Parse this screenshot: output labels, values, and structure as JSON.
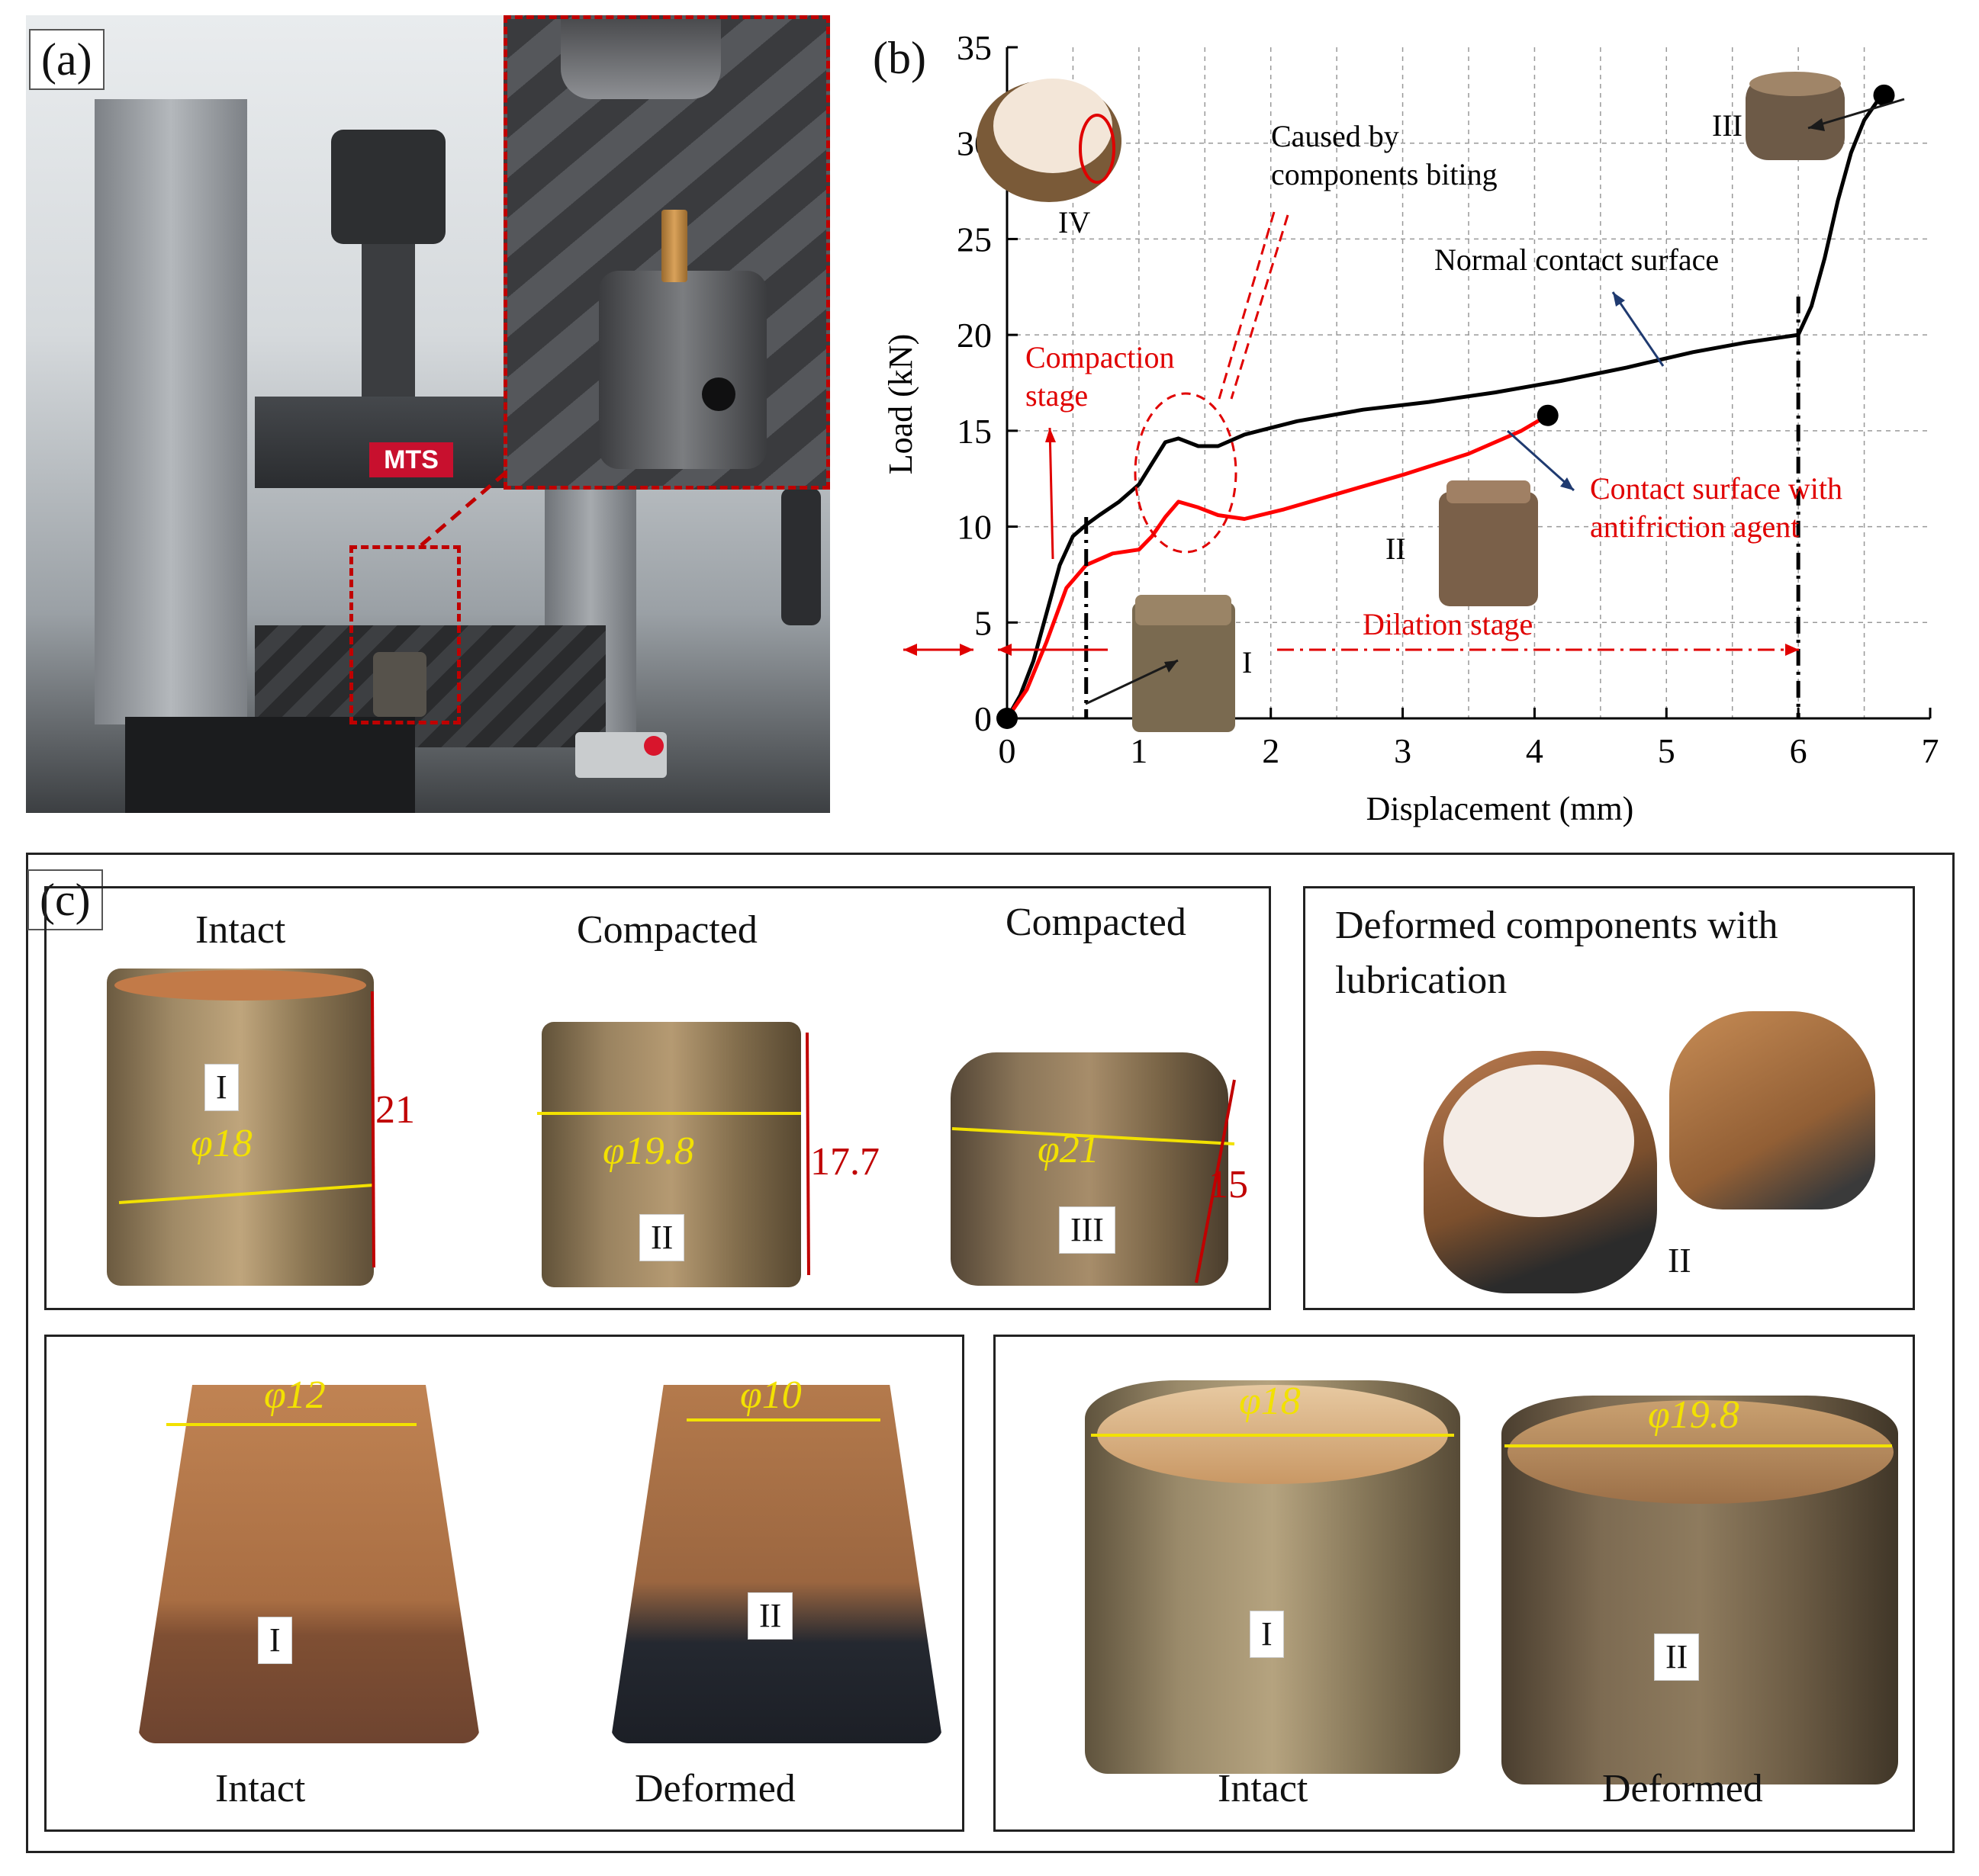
{
  "panel_a": {
    "label": "(a)",
    "machine_logo": "MTS"
  },
  "panel_b": {
    "label": "(b)"
  },
  "panel_c": {
    "label": "(c)",
    "group1": {
      "titles": [
        "Intact",
        "Compacted",
        "Compacted"
      ],
      "ids": [
        "I",
        "II",
        "III"
      ],
      "diameters": [
        "φ18",
        "φ19.8",
        "φ21"
      ],
      "heights": [
        "21",
        "17.7",
        "15"
      ]
    },
    "group2": {
      "title_line1": "Deformed components with",
      "title_line2": "lubrication",
      "id": "II"
    },
    "group3": {
      "diameters": [
        "φ12",
        "φ10"
      ],
      "ids": [
        "I",
        "II"
      ],
      "captions": [
        "Intact",
        "Deformed"
      ]
    },
    "group4": {
      "diameters": [
        "φ18",
        "φ19.8"
      ],
      "ids": [
        "I",
        "II"
      ],
      "captions": [
        "Intact",
        "Deformed"
      ]
    }
  },
  "chart_data": {
    "type": "line",
    "xlabel": "Displacement (mm)",
    "ylabel": "Load (kN)",
    "xlim": [
      0,
      7
    ],
    "ylim": [
      0,
      35
    ],
    "x_ticks": [
      "0",
      "1",
      "2",
      "3",
      "4",
      "5",
      "6",
      "7"
    ],
    "y_ticks": [
      "0",
      "5",
      "10",
      "15",
      "20",
      "25",
      "30",
      "35"
    ],
    "grid": true,
    "series": [
      {
        "color": "#000000",
        "points": [
          [
            0,
            0
          ],
          [
            0.1,
            1.2
          ],
          [
            0.2,
            3
          ],
          [
            0.3,
            5.5
          ],
          [
            0.4,
            8
          ],
          [
            0.5,
            9.5
          ],
          [
            0.6,
            10.1
          ],
          [
            0.7,
            10.6
          ],
          [
            0.85,
            11.3
          ],
          [
            1.0,
            12.2
          ],
          [
            1.1,
            13.3
          ],
          [
            1.2,
            14.4
          ],
          [
            1.3,
            14.6
          ],
          [
            1.45,
            14.2
          ],
          [
            1.6,
            14.2
          ],
          [
            1.8,
            14.8
          ],
          [
            2.2,
            15.5
          ],
          [
            2.7,
            16.1
          ],
          [
            3.2,
            16.5
          ],
          [
            3.7,
            17
          ],
          [
            4.2,
            17.6
          ],
          [
            4.7,
            18.3
          ],
          [
            5.2,
            19.1
          ],
          [
            5.6,
            19.6
          ],
          [
            6.0,
            20.0
          ],
          [
            6.1,
            21.5
          ],
          [
            6.2,
            24
          ],
          [
            6.3,
            27
          ],
          [
            6.4,
            29.5
          ],
          [
            6.5,
            31.2
          ],
          [
            6.6,
            32.2
          ],
          [
            6.65,
            32.5
          ]
        ]
      },
      {
        "color": "#ff0000",
        "points": [
          [
            0,
            0
          ],
          [
            0.15,
            1.5
          ],
          [
            0.3,
            4
          ],
          [
            0.45,
            6.8
          ],
          [
            0.6,
            8
          ],
          [
            0.8,
            8.6
          ],
          [
            1.0,
            8.8
          ],
          [
            1.1,
            9.5
          ],
          [
            1.2,
            10.5
          ],
          [
            1.3,
            11.3
          ],
          [
            1.45,
            11.0
          ],
          [
            1.6,
            10.6
          ],
          [
            1.8,
            10.4
          ],
          [
            2.1,
            10.9
          ],
          [
            2.5,
            11.7
          ],
          [
            3.0,
            12.7
          ],
          [
            3.5,
            13.8
          ],
          [
            3.9,
            15
          ],
          [
            4.1,
            15.8
          ]
        ]
      }
    ],
    "annotations": [
      "Caused by",
      "components biting",
      "IV",
      "III",
      "Normal contact surface",
      "Compaction",
      "stage",
      "Contact surface with",
      "antifriction agent",
      "II",
      "Dilation stage",
      "I"
    ],
    "vertical_markers": [
      0.6,
      6.0
    ]
  }
}
